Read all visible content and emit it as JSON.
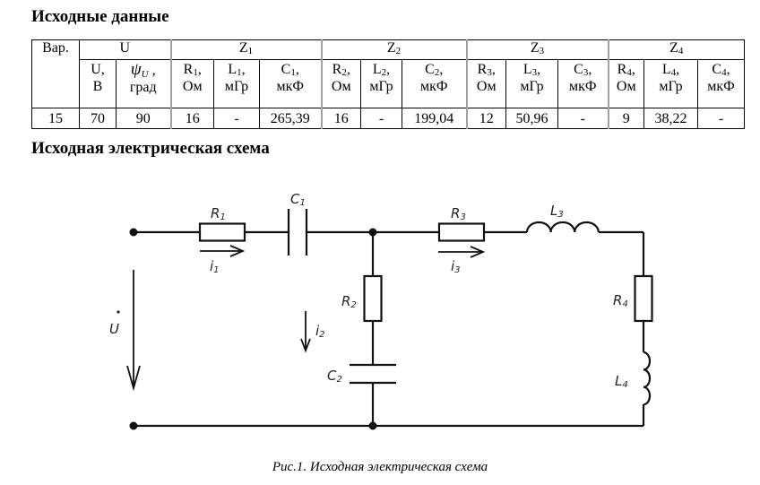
{
  "headings": {
    "source_data": "Исходные данные",
    "source_circuit": "Исходная электрическая схема"
  },
  "table": {
    "group_headers": {
      "variant": "Вар.",
      "U": "U",
      "Z1": {
        "main": "Z",
        "sub": "1"
      },
      "Z2": {
        "main": "Z",
        "sub": "2"
      },
      "Z3": {
        "main": "Z",
        "sub": "3"
      },
      "Z4": {
        "main": "Z",
        "sub": "4"
      }
    },
    "sub_headers": [
      {
        "sym": "U",
        "sub": "",
        "unit": "В"
      },
      {
        "sym": "ψ",
        "sub": "U",
        "unit": "град"
      },
      {
        "sym": "R",
        "sub": "1",
        "unit": "Ом"
      },
      {
        "sym": "L",
        "sub": "1",
        "unit": "мГр"
      },
      {
        "sym": "C",
        "sub": "1",
        "unit": "мкФ"
      },
      {
        "sym": "R",
        "sub": "2",
        "unit": "Ом"
      },
      {
        "sym": "L",
        "sub": "2",
        "unit": "мГр"
      },
      {
        "sym": "C",
        "sub": "2",
        "unit": "мкФ"
      },
      {
        "sym": "R",
        "sub": "3",
        "unit": "Ом"
      },
      {
        "sym": "L",
        "sub": "3",
        "unit": "мГр"
      },
      {
        "sym": "C",
        "sub": "3",
        "unit": "мкФ"
      },
      {
        "sym": "R",
        "sub": "4",
        "unit": "Ом"
      },
      {
        "sym": "L",
        "sub": "4",
        "unit": "мГр"
      },
      {
        "sym": "C",
        "sub": "4",
        "unit": "мкФ"
      }
    ],
    "row": [
      "15",
      "70",
      "90",
      "16",
      "-",
      "265,39",
      "16",
      "-",
      "199,04",
      "12",
      "50,96",
      "-",
      "9",
      "38,22",
      "-"
    ]
  },
  "circuit": {
    "labels": {
      "R1": {
        "main": "R",
        "sub": "1"
      },
      "C1": {
        "main": "C",
        "sub": "1"
      },
      "R2": {
        "main": "R",
        "sub": "2"
      },
      "C2": {
        "main": "C",
        "sub": "2"
      },
      "R3": {
        "main": "R",
        "sub": "3"
      },
      "L3": {
        "main": "L",
        "sub": "3"
      },
      "R4": {
        "main": "R",
        "sub": "4"
      },
      "L4": {
        "main": "L",
        "sub": "4"
      },
      "i1": {
        "main": "i",
        "sub": "1"
      },
      "i2": {
        "main": "i",
        "sub": "2"
      },
      "i3": {
        "main": "i",
        "sub": "3"
      },
      "U": {
        "main": "U",
        "accent": "·"
      }
    },
    "caption": "Рис.1. Исходная электрическая схема"
  }
}
